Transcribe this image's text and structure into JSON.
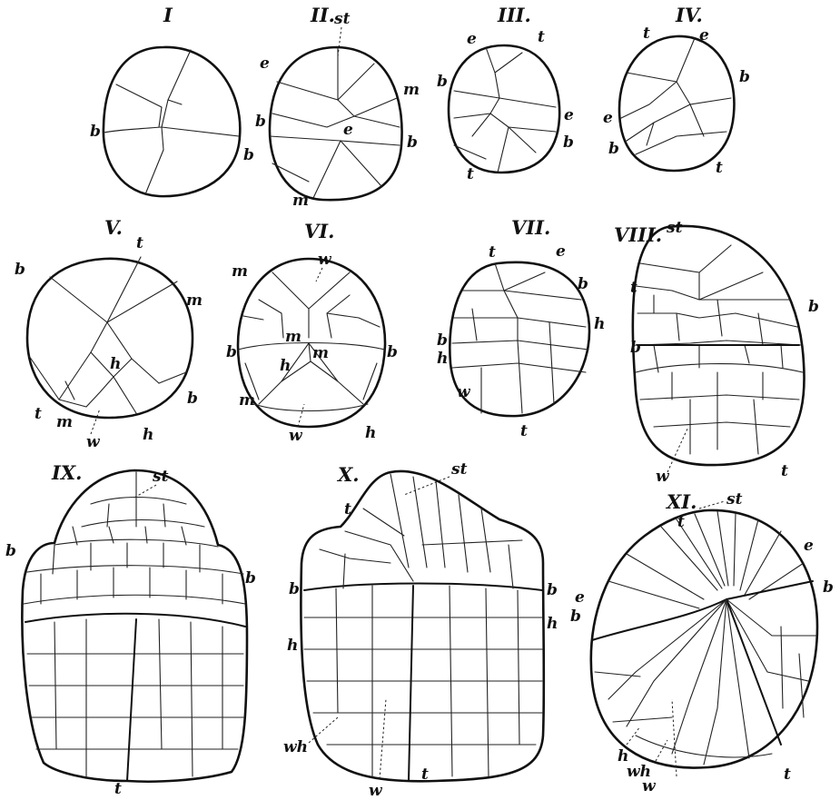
{
  "plate": {
    "figures": [
      {
        "id": "I",
        "title": "I",
        "labels": [
          "b",
          "b"
        ]
      },
      {
        "id": "II",
        "title": "II.",
        "labels": [
          "st",
          "e",
          "m",
          "b",
          "e",
          "b",
          "m"
        ]
      },
      {
        "id": "III",
        "title": "III.",
        "labels": [
          "e",
          "t",
          "b",
          "e",
          "b",
          "t"
        ]
      },
      {
        "id": "IV",
        "title": "IV.",
        "labels": [
          "t",
          "e",
          "b",
          "e",
          "b",
          "t"
        ]
      },
      {
        "id": "V",
        "title": "V.",
        "labels": [
          "t",
          "b",
          "m",
          "h",
          "b",
          "t",
          "m",
          "w",
          "h"
        ]
      },
      {
        "id": "VI",
        "title": "VI.",
        "labels": [
          "m",
          "w",
          "b",
          "m",
          "m",
          "b",
          "h",
          "m",
          "w",
          "h"
        ]
      },
      {
        "id": "VII",
        "title": "VII.",
        "labels": [
          "t",
          "e",
          "b",
          "b",
          "h",
          "h",
          "w",
          "t"
        ]
      },
      {
        "id": "VIII",
        "title": "VIII.",
        "labels": [
          "st",
          "t",
          "b",
          "b",
          "w",
          "t"
        ]
      },
      {
        "id": "IX",
        "title": "IX.",
        "labels": [
          "st",
          "b",
          "b",
          "t"
        ]
      },
      {
        "id": "X",
        "title": "X.",
        "labels": [
          "st",
          "t",
          "b",
          "b",
          "h",
          "h",
          "wh",
          "w",
          "t"
        ]
      },
      {
        "id": "XI",
        "title": "XI.",
        "labels": [
          "st",
          "t",
          "e",
          "e",
          "b",
          "b",
          "h",
          "wh",
          "w",
          "t"
        ]
      }
    ]
  }
}
